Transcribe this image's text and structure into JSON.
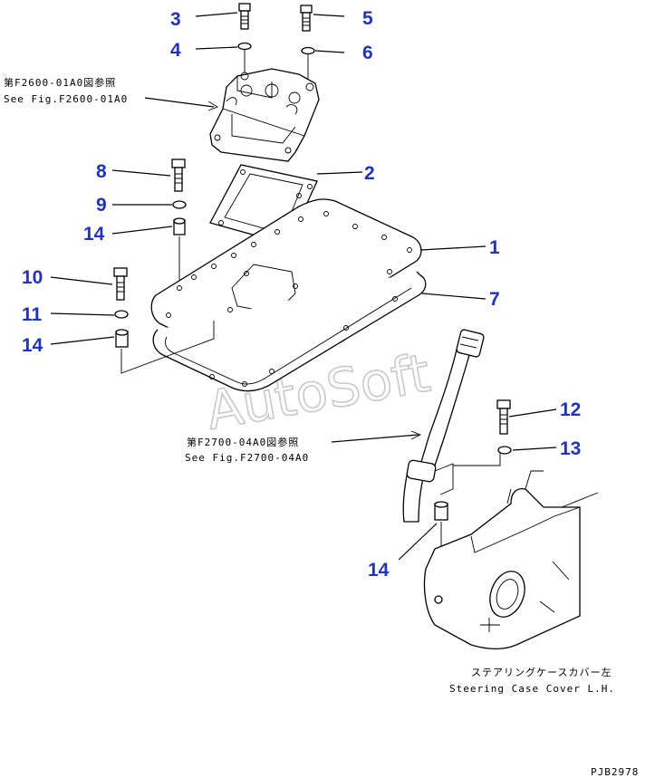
{
  "callouts": {
    "c1": "1",
    "c2": "2",
    "c3": "3",
    "c4": "4",
    "c5": "5",
    "c6": "6",
    "c7": "7",
    "c8": "8",
    "c9": "9",
    "c10": "10",
    "c11": "11",
    "c12": "12",
    "c13": "13",
    "c14a": "14",
    "c14b": "14",
    "c14c": "14"
  },
  "references": {
    "top_jp": "第F2600-01A0図参照",
    "top_en": "See Fig.F2600-01A0",
    "mid_jp": "第F2700-04A0図参照",
    "mid_en": "See Fig.F2700-04A0",
    "case_jp": "ステアリングケースカバー左",
    "case_en": "Steering Case Cover L.H."
  },
  "watermark": "AutoSoft",
  "drawing_code": "PJB2978",
  "colors": {
    "callout": "#2233bb",
    "line": "#000000",
    "watermark": "#c9c9c9"
  }
}
